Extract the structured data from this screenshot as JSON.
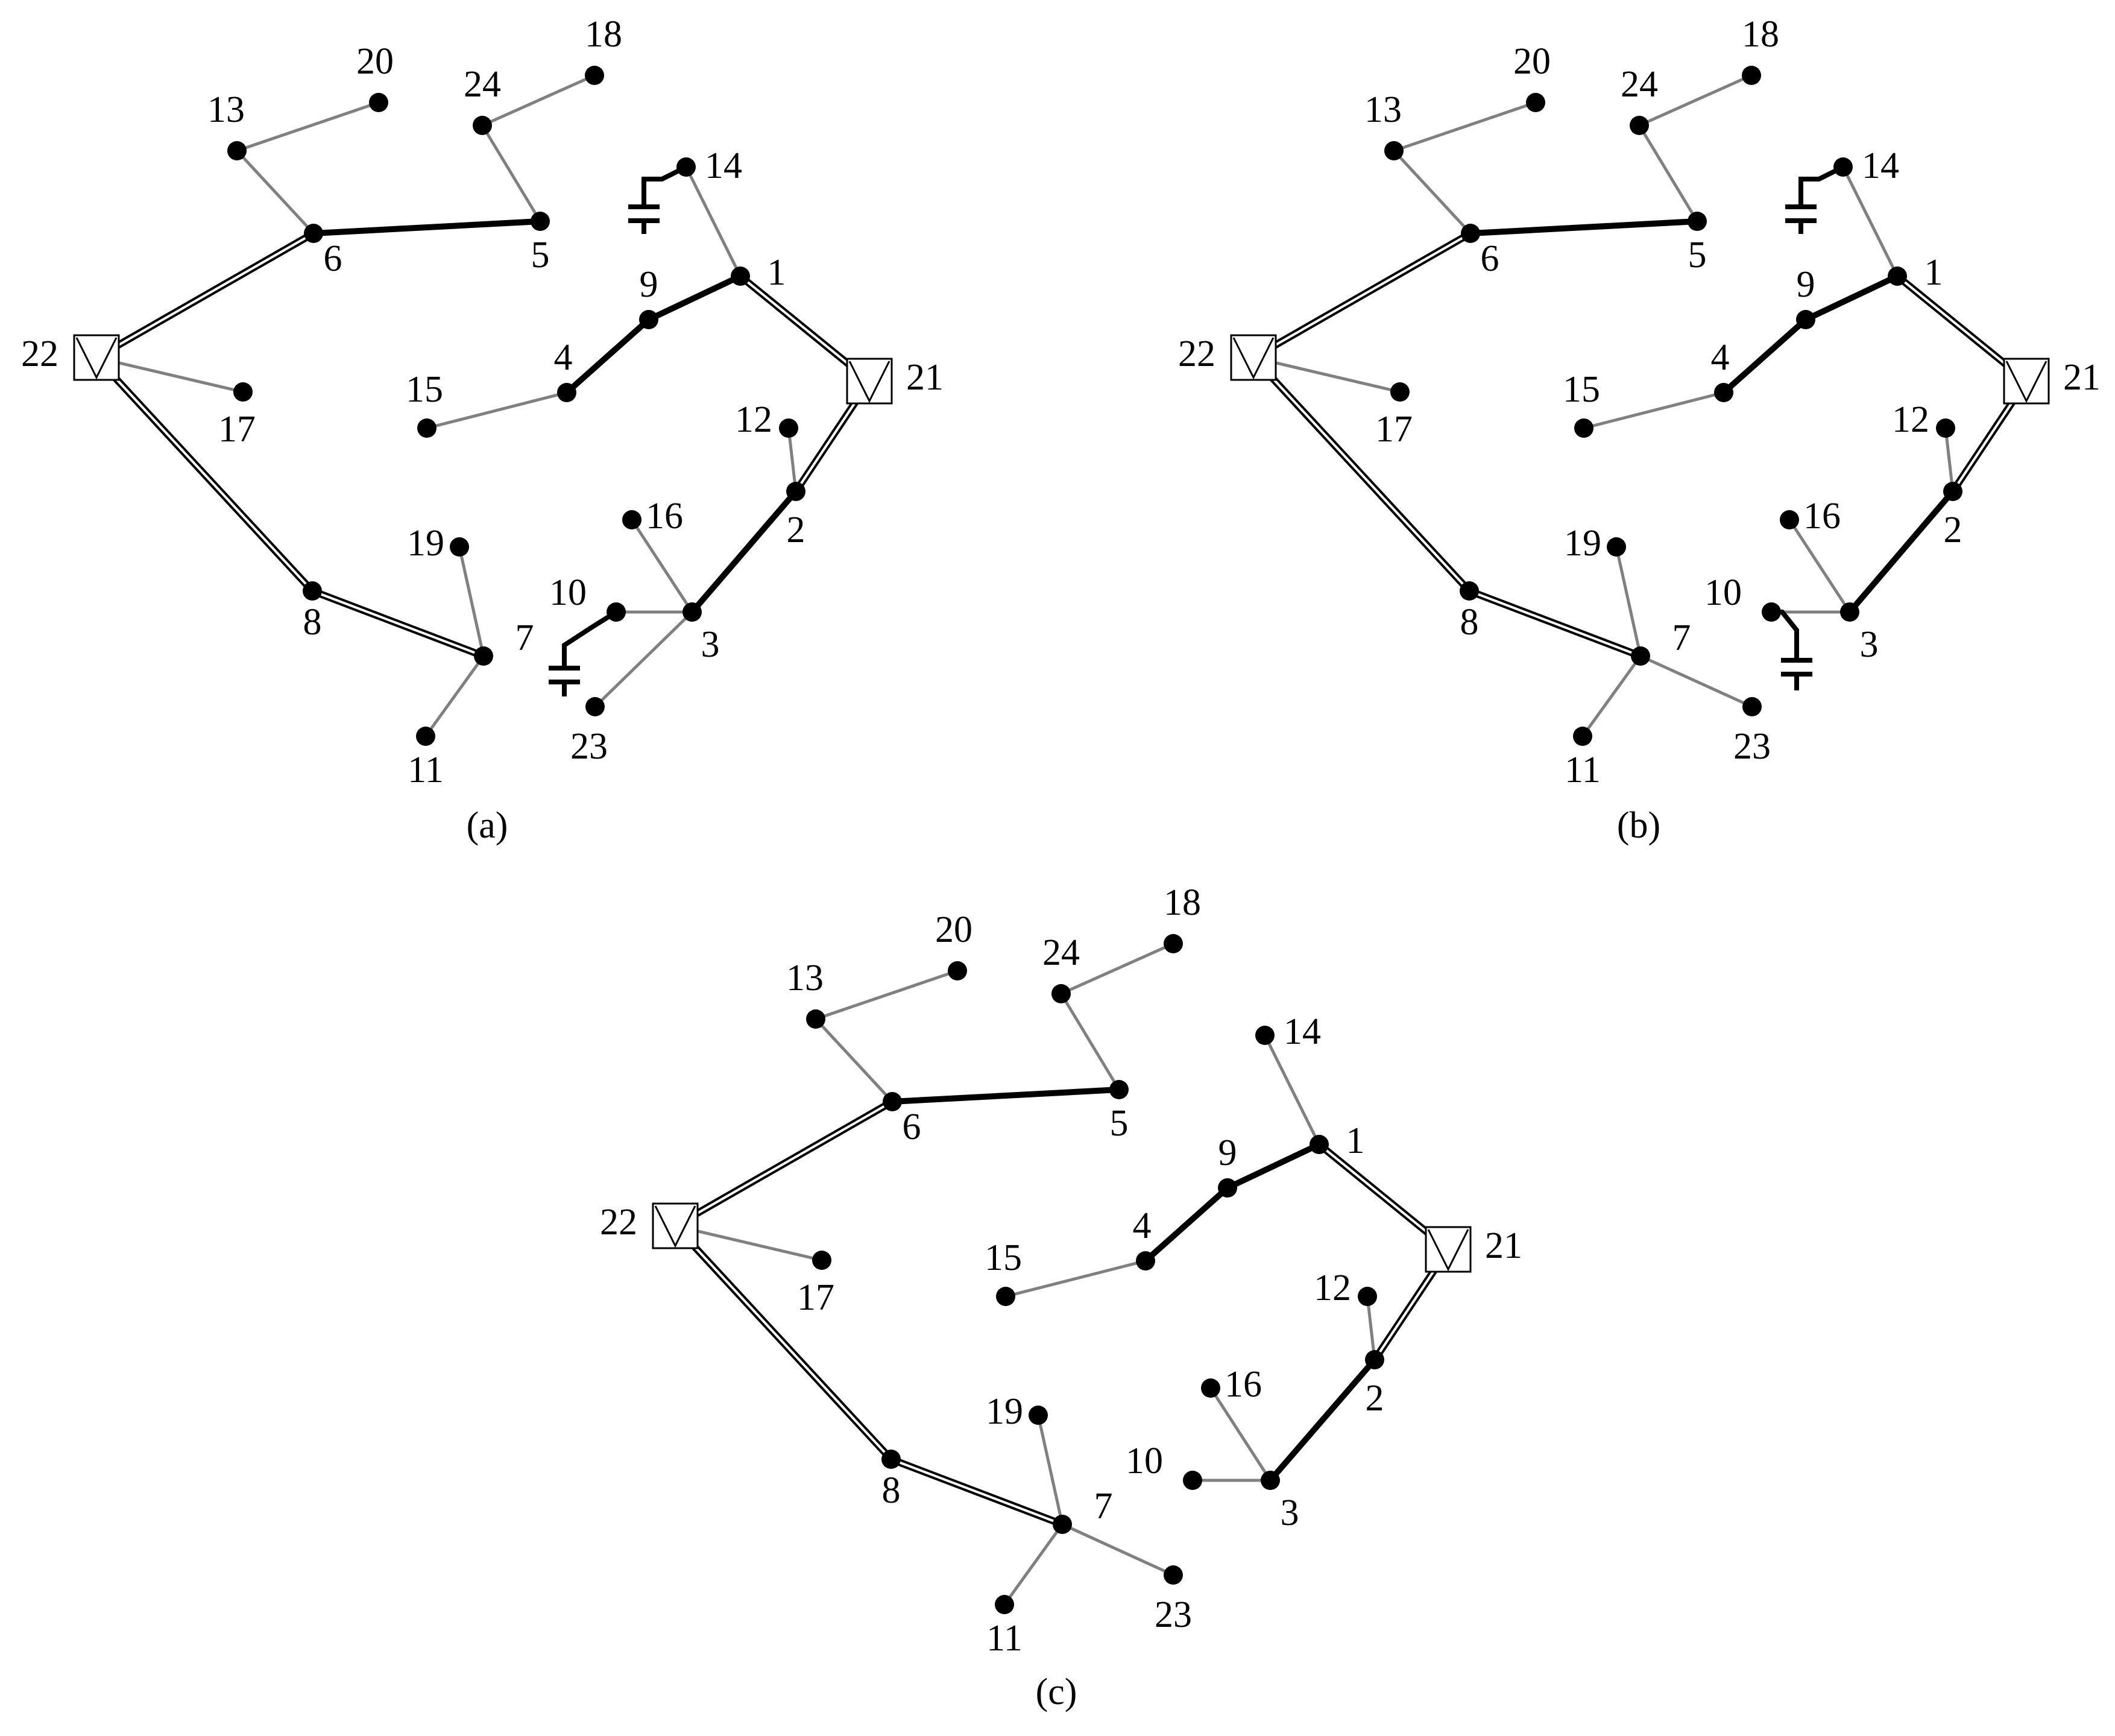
{
  "panels": [
    {
      "id": "a",
      "caption": "(a)",
      "nodes": [
        {
          "id": "1",
          "label": "1",
          "kind": "bus"
        },
        {
          "id": "2",
          "label": "2",
          "kind": "bus"
        },
        {
          "id": "3",
          "label": "3",
          "kind": "bus"
        },
        {
          "id": "4",
          "label": "4",
          "kind": "bus"
        },
        {
          "id": "5",
          "label": "5",
          "kind": "bus"
        },
        {
          "id": "6",
          "label": "6",
          "kind": "bus"
        },
        {
          "id": "7",
          "label": "7",
          "kind": "bus"
        },
        {
          "id": "8",
          "label": "8",
          "kind": "bus"
        },
        {
          "id": "9",
          "label": "9",
          "kind": "bus"
        },
        {
          "id": "10",
          "label": "10",
          "kind": "bus"
        },
        {
          "id": "11",
          "label": "11",
          "kind": "bus"
        },
        {
          "id": "12",
          "label": "12",
          "kind": "bus"
        },
        {
          "id": "13",
          "label": "13",
          "kind": "bus"
        },
        {
          "id": "14",
          "label": "14",
          "kind": "bus"
        },
        {
          "id": "15",
          "label": "15",
          "kind": "bus"
        },
        {
          "id": "16",
          "label": "16",
          "kind": "bus"
        },
        {
          "id": "17",
          "label": "17",
          "kind": "bus"
        },
        {
          "id": "18",
          "label": "18",
          "kind": "bus"
        },
        {
          "id": "19",
          "label": "19",
          "kind": "bus"
        },
        {
          "id": "20",
          "label": "20",
          "kind": "bus"
        },
        {
          "id": "21",
          "label": "21",
          "kind": "substation"
        },
        {
          "id": "22",
          "label": "22",
          "kind": "substation"
        },
        {
          "id": "23",
          "label": "23",
          "kind": "bus"
        },
        {
          "id": "24",
          "label": "24",
          "kind": "bus"
        }
      ],
      "edges": [
        {
          "from": "22",
          "to": "6",
          "style": "double"
        },
        {
          "from": "22",
          "to": "8",
          "style": "double"
        },
        {
          "from": "8",
          "to": "7",
          "style": "double"
        },
        {
          "from": "21",
          "to": "1",
          "style": "double"
        },
        {
          "from": "21",
          "to": "2",
          "style": "double"
        },
        {
          "from": "6",
          "to": "5",
          "style": "thick"
        },
        {
          "from": "1",
          "to": "9",
          "style": "thick"
        },
        {
          "from": "9",
          "to": "4",
          "style": "thick"
        },
        {
          "from": "2",
          "to": "3",
          "style": "thick"
        },
        {
          "from": "22",
          "to": "17",
          "style": "thin"
        },
        {
          "from": "6",
          "to": "13",
          "style": "thin"
        },
        {
          "from": "13",
          "to": "20",
          "style": "thin"
        },
        {
          "from": "5",
          "to": "24",
          "style": "thin"
        },
        {
          "from": "24",
          "to": "18",
          "style": "thin"
        },
        {
          "from": "1",
          "to": "14",
          "style": "thin"
        },
        {
          "from": "4",
          "to": "15",
          "style": "thin"
        },
        {
          "from": "2",
          "to": "12",
          "style": "thin"
        },
        {
          "from": "3",
          "to": "16",
          "style": "thin"
        },
        {
          "from": "3",
          "to": "10",
          "style": "thin"
        },
        {
          "from": "3",
          "to": "23",
          "style": "thin"
        },
        {
          "from": "7",
          "to": "19",
          "style": "thin"
        },
        {
          "from": "7",
          "to": "11",
          "style": "thin"
        }
      ],
      "capacitors": [
        {
          "node": "14"
        },
        {
          "node": "10"
        }
      ]
    },
    {
      "id": "b",
      "caption": "(b)",
      "nodes": [
        {
          "id": "1",
          "label": "1",
          "kind": "bus"
        },
        {
          "id": "2",
          "label": "2",
          "kind": "bus"
        },
        {
          "id": "3",
          "label": "3",
          "kind": "bus"
        },
        {
          "id": "4",
          "label": "4",
          "kind": "bus"
        },
        {
          "id": "5",
          "label": "5",
          "kind": "bus"
        },
        {
          "id": "6",
          "label": "6",
          "kind": "bus"
        },
        {
          "id": "7",
          "label": "7",
          "kind": "bus"
        },
        {
          "id": "8",
          "label": "8",
          "kind": "bus"
        },
        {
          "id": "9",
          "label": "9",
          "kind": "bus"
        },
        {
          "id": "10",
          "label": "10",
          "kind": "bus"
        },
        {
          "id": "11",
          "label": "11",
          "kind": "bus"
        },
        {
          "id": "12",
          "label": "12",
          "kind": "bus"
        },
        {
          "id": "13",
          "label": "13",
          "kind": "bus"
        },
        {
          "id": "14",
          "label": "14",
          "kind": "bus"
        },
        {
          "id": "15",
          "label": "15",
          "kind": "bus"
        },
        {
          "id": "16",
          "label": "16",
          "kind": "bus"
        },
        {
          "id": "17",
          "label": "17",
          "kind": "bus"
        },
        {
          "id": "18",
          "label": "18",
          "kind": "bus"
        },
        {
          "id": "19",
          "label": "19",
          "kind": "bus"
        },
        {
          "id": "20",
          "label": "20",
          "kind": "bus"
        },
        {
          "id": "21",
          "label": "21",
          "kind": "substation"
        },
        {
          "id": "22",
          "label": "22",
          "kind": "substation"
        },
        {
          "id": "23",
          "label": "23",
          "kind": "bus"
        },
        {
          "id": "24",
          "label": "24",
          "kind": "bus"
        }
      ],
      "edges": [
        {
          "from": "22",
          "to": "6",
          "style": "double"
        },
        {
          "from": "22",
          "to": "8",
          "style": "double"
        },
        {
          "from": "8",
          "to": "7",
          "style": "double"
        },
        {
          "from": "21",
          "to": "1",
          "style": "double"
        },
        {
          "from": "21",
          "to": "2",
          "style": "double"
        },
        {
          "from": "6",
          "to": "5",
          "style": "thick"
        },
        {
          "from": "1",
          "to": "9",
          "style": "thick"
        },
        {
          "from": "9",
          "to": "4",
          "style": "thick"
        },
        {
          "from": "2",
          "to": "3",
          "style": "thick"
        },
        {
          "from": "22",
          "to": "17",
          "style": "thin"
        },
        {
          "from": "6",
          "to": "13",
          "style": "thin"
        },
        {
          "from": "13",
          "to": "20",
          "style": "thin"
        },
        {
          "from": "5",
          "to": "24",
          "style": "thin"
        },
        {
          "from": "24",
          "to": "18",
          "style": "thin"
        },
        {
          "from": "1",
          "to": "14",
          "style": "thin"
        },
        {
          "from": "4",
          "to": "15",
          "style": "thin"
        },
        {
          "from": "2",
          "to": "12",
          "style": "thin"
        },
        {
          "from": "3",
          "to": "16",
          "style": "thin"
        },
        {
          "from": "3",
          "to": "10",
          "style": "thin"
        },
        {
          "from": "7",
          "to": "19",
          "style": "thin"
        },
        {
          "from": "7",
          "to": "11",
          "style": "thin"
        },
        {
          "from": "7",
          "to": "23",
          "style": "thin"
        }
      ],
      "capacitors": [
        {
          "node": "14"
        },
        {
          "node": "10"
        }
      ]
    },
    {
      "id": "c",
      "caption": "(c)",
      "nodes": [
        {
          "id": "1",
          "label": "1",
          "kind": "bus"
        },
        {
          "id": "2",
          "label": "2",
          "kind": "bus"
        },
        {
          "id": "3",
          "label": "3",
          "kind": "bus"
        },
        {
          "id": "4",
          "label": "4",
          "kind": "bus"
        },
        {
          "id": "5",
          "label": "5",
          "kind": "bus"
        },
        {
          "id": "6",
          "label": "6",
          "kind": "bus"
        },
        {
          "id": "7",
          "label": "7",
          "kind": "bus"
        },
        {
          "id": "8",
          "label": "8",
          "kind": "bus"
        },
        {
          "id": "9",
          "label": "9",
          "kind": "bus"
        },
        {
          "id": "10",
          "label": "10",
          "kind": "bus"
        },
        {
          "id": "11",
          "label": "11",
          "kind": "bus"
        },
        {
          "id": "12",
          "label": "12",
          "kind": "bus"
        },
        {
          "id": "13",
          "label": "13",
          "kind": "bus"
        },
        {
          "id": "14",
          "label": "14",
          "kind": "bus"
        },
        {
          "id": "15",
          "label": "15",
          "kind": "bus"
        },
        {
          "id": "16",
          "label": "16",
          "kind": "bus"
        },
        {
          "id": "17",
          "label": "17",
          "kind": "bus"
        },
        {
          "id": "18",
          "label": "18",
          "kind": "bus"
        },
        {
          "id": "19",
          "label": "19",
          "kind": "bus"
        },
        {
          "id": "20",
          "label": "20",
          "kind": "bus"
        },
        {
          "id": "21",
          "label": "21",
          "kind": "substation"
        },
        {
          "id": "22",
          "label": "22",
          "kind": "substation"
        },
        {
          "id": "23",
          "label": "23",
          "kind": "bus"
        },
        {
          "id": "24",
          "label": "24",
          "kind": "bus"
        }
      ],
      "edges": [
        {
          "from": "22",
          "to": "6",
          "style": "double"
        },
        {
          "from": "22",
          "to": "8",
          "style": "double"
        },
        {
          "from": "8",
          "to": "7",
          "style": "double"
        },
        {
          "from": "21",
          "to": "1",
          "style": "double"
        },
        {
          "from": "21",
          "to": "2",
          "style": "double"
        },
        {
          "from": "6",
          "to": "5",
          "style": "thick"
        },
        {
          "from": "1",
          "to": "9",
          "style": "thick"
        },
        {
          "from": "9",
          "to": "4",
          "style": "thick"
        },
        {
          "from": "2",
          "to": "3",
          "style": "thick"
        },
        {
          "from": "22",
          "to": "17",
          "style": "thin"
        },
        {
          "from": "6",
          "to": "13",
          "style": "thin"
        },
        {
          "from": "13",
          "to": "20",
          "style": "thin"
        },
        {
          "from": "5",
          "to": "24",
          "style": "thin"
        },
        {
          "from": "24",
          "to": "18",
          "style": "thin"
        },
        {
          "from": "1",
          "to": "14",
          "style": "thin"
        },
        {
          "from": "4",
          "to": "15",
          "style": "thin"
        },
        {
          "from": "2",
          "to": "12",
          "style": "thin"
        },
        {
          "from": "3",
          "to": "16",
          "style": "thin"
        },
        {
          "from": "3",
          "to": "10",
          "style": "thin"
        },
        {
          "from": "7",
          "to": "19",
          "style": "thin"
        },
        {
          "from": "7",
          "to": "11",
          "style": "thin"
        },
        {
          "from": "7",
          "to": "23",
          "style": "thin"
        }
      ],
      "capacitors": []
    }
  ],
  "colors": {
    "double_line": "#000000",
    "thick_line": "#000000",
    "thin_line": "#808080",
    "node_fill": "#000000",
    "substation_fill": "#ffffff",
    "substation_stroke": "#000000"
  },
  "icons": {
    "substation": "substation-triangle-icon",
    "capacitor": "capacitor-icon",
    "bus": "bus-dot-icon"
  }
}
